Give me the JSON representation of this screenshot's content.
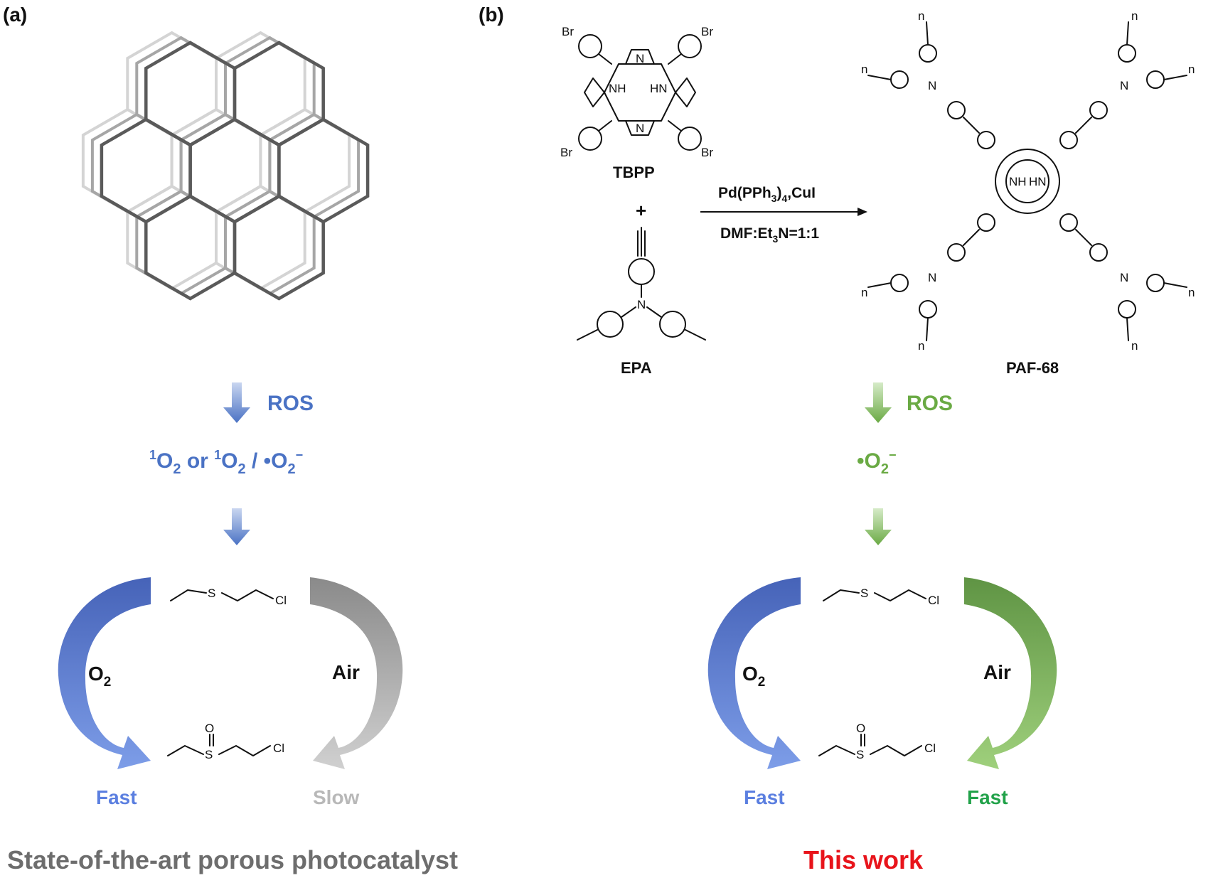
{
  "panel_a": {
    "label": "(a)",
    "ros_label": "ROS",
    "species": {
      "s1": "1",
      "t1": "O",
      "s2": "2",
      "t2": " or ",
      "s3": "1",
      "t3": "O",
      "s4": "2",
      "t4": " / •O",
      "s5": "2",
      "s6": "−"
    },
    "o2_label": {
      "main": "O",
      "sub": "2"
    },
    "air_label": "Air",
    "fast_label": "Fast",
    "slow_label": "Slow",
    "caption": "State-of-the-art porous photocatalyst",
    "colors": {
      "accent": "#4a72c4",
      "gray": "#7f7f7f",
      "caption": "#6d6d6d"
    }
  },
  "panel_b": {
    "label": "(b)",
    "reactants": {
      "tbpp": "TBPP",
      "plus": "+",
      "epa": "EPA",
      "br": "Br",
      "nh": "NH",
      "hn": "HN",
      "n": "N"
    },
    "conditions": {
      "catalyst": {
        "a": "Pd(PPh",
        "b": "3",
        "c": ")",
        "d": "4",
        "e": ",CuI"
      },
      "solvent": {
        "a": "DMF:Et",
        "b": "3",
        "c": "N=1:1"
      }
    },
    "product": "PAF-68",
    "repeat_n": "n",
    "ros_label": "ROS",
    "species": {
      "t1": "•O",
      "s1": "2",
      "s2": "−"
    },
    "o2_label": {
      "main": "O",
      "sub": "2"
    },
    "air_label": "Air",
    "fast_left": "Fast",
    "fast_right": "Fast",
    "caption": "This work",
    "colors": {
      "accent": "#6aaa44",
      "fast_right": "#22a24a",
      "caption": "#e8141b"
    }
  },
  "sulfide": {
    "s": "S",
    "cl": "Cl",
    "o": "O"
  }
}
